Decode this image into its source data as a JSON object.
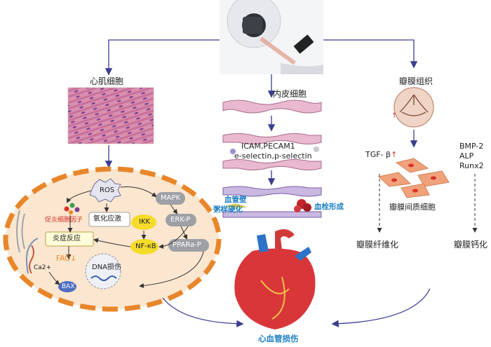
{
  "labels": {
    "cardiomyocyte": "心肌细胞",
    "endothelial": "内皮细胞",
    "valve_tissue": "瓣膜组织",
    "adhesion_line1": "ICAM,PECAM1",
    "adhesion_line2": "e-selectin,p-selectin",
    "wall_line1": "血管壁",
    "wall_line2": "粥样硬化",
    "thrombosis": "血栓形成",
    "tgf": "TGF- β",
    "bmp2": "BMP-2",
    "alp": "ALP",
    "runx2": "Runx2",
    "interstitial": "瓣膜间质细胞",
    "fibrosis": "瓣膜纤维化",
    "calcification": "瓣膜钙化",
    "outcome": "心血管损伤"
  },
  "cell": {
    "ros": "ROS",
    "mapk": "MAPK",
    "erkp": "ERK-P",
    "ppar": "PPARa-P",
    "ikk": "IKK",
    "nfkb": "NF-κB",
    "oxidative": "氧化应激",
    "proinflam": "促炎细胞因子",
    "inflam": "炎症反应",
    "fao": "FAO",
    "ca": "Ca2+",
    "bax": "BAX",
    "dna": "DNA损伤"
  },
  "colors": {
    "arrow": "#3b3d8f",
    "blue_text": "#1b7fc4",
    "red_text": "#d7322b",
    "cell_fill": "#fbe6cf",
    "cell_border": "#e8862a",
    "yellow_node": "#f5dc2a"
  }
}
